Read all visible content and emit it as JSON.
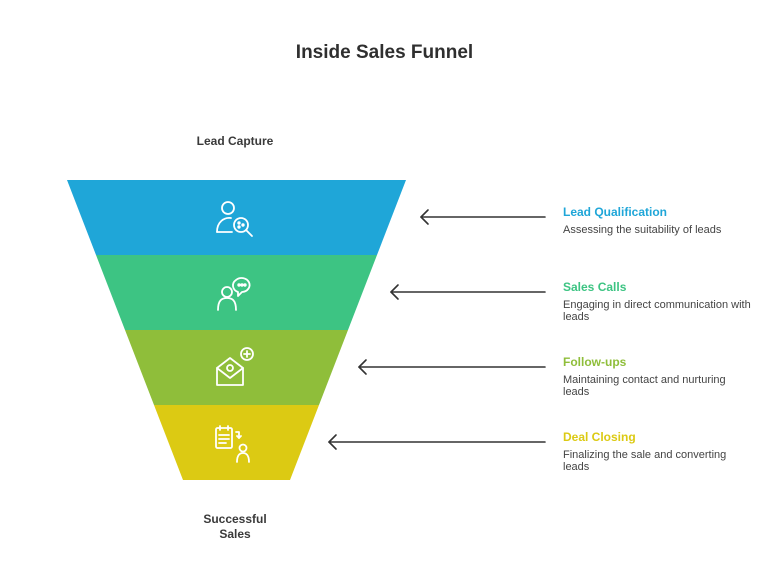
{
  "title": "Inside Sales Funnel",
  "top_label": "Lead Capture",
  "bottom_label": [
    "Successful",
    "Sales"
  ],
  "colors": {
    "blue": "#1fa6d8",
    "green": "#3dc483",
    "olive": "#8fbe3a",
    "yellow": "#dcca13",
    "arrow": "#333333"
  },
  "stages": [
    {
      "name": "Lead Qualification",
      "description": "Assessing the suitability of leads",
      "icon": "user-search-icon",
      "color": "#1fa6d8"
    },
    {
      "name": "Sales Calls",
      "description": "Engaging in direct communication with leads",
      "icon": "person-speech-bubble-icon",
      "color": "#3dc483"
    },
    {
      "name": "Follow-ups",
      "description": "Maintaining contact and nurturing leads",
      "icon": "envelope-user-add-icon",
      "color": "#8fbe3a"
    },
    {
      "name": "Deal Closing",
      "description": "Finalizing the sale and converting leads",
      "icon": "clipboard-person-icon",
      "color": "#dcca13"
    }
  ]
}
